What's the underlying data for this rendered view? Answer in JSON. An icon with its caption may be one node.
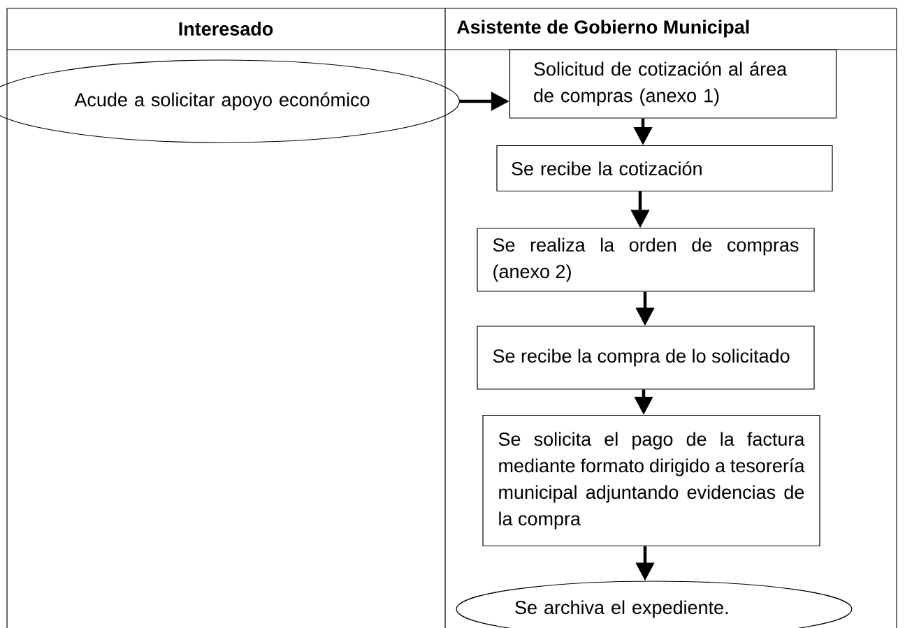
{
  "diagram": {
    "nodes": [
      {
        "text": [
          "Acude a solicitar apoyo económico"
        ]
      },
      {
        "text": [
          "Solicitud de cotización al área de compras (anexo 1)"
        ]
      },
      {
        "text": [
          "Se recibe la cotización"
        ]
      },
      {
        "text": [
          "Se realiza la orden de compras (anexo 2)"
        ]
      },
      {
        "text": [
          "Se recibe la compra de lo solicitado"
        ]
      },
      {
        "text": [
          "Se solicita el pago de la factura mediante formato dirigido a tesorería municipal adjuntando evidencias de la compra"
        ]
      },
      {
        "text": [
          "Se archiva el expediente."
        ]
      }
    ],
    "edges": [
      {
        "from": 0,
        "to": 1,
        "arrow": "to"
      },
      {
        "from": 1,
        "to": 2,
        "arrow": "to"
      },
      {
        "from": 2,
        "to": 3,
        "arrow": "to"
      },
      {
        "from": 3,
        "to": 4,
        "arrow": "to"
      },
      {
        "from": 4,
        "to": 5,
        "arrow": "to"
      },
      {
        "from": 5,
        "to": 6,
        "arrow": "to"
      }
    ],
    "labels": [
      "Interesado",
      "Asistente de Gobierno Municipal"
    ]
  }
}
